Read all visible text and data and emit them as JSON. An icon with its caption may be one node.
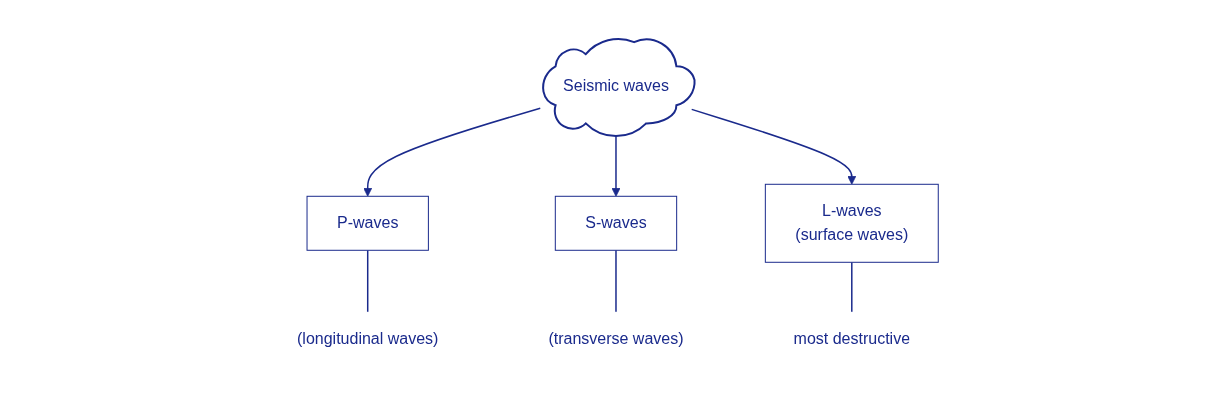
{
  "diagram": {
    "nodes": [
      {
        "text": [
          "Seismic waves"
        ]
      },
      {
        "text": [
          "P-waves"
        ]
      },
      {
        "text": [
          "S-waves"
        ]
      },
      {
        "text": [
          "L-waves",
          "(surface waves)"
        ]
      },
      {
        "text": [
          "(longitudinal waves)"
        ]
      },
      {
        "text": [
          "(transverse waves)"
        ]
      },
      {
        "text": [
          "most destructive"
        ]
      }
    ],
    "edges": [
      {
        "from": 0,
        "to": 1,
        "arrow": "to"
      },
      {
        "from": 0,
        "to": 2,
        "arrow": "to"
      },
      {
        "from": 0,
        "to": 3,
        "arrow": "to"
      },
      {
        "from": 1,
        "to": 4,
        "arrow": "none"
      },
      {
        "from": 2,
        "to": 5,
        "arrow": "none"
      },
      {
        "from": 3,
        "to": 6,
        "arrow": "none"
      }
    ]
  }
}
